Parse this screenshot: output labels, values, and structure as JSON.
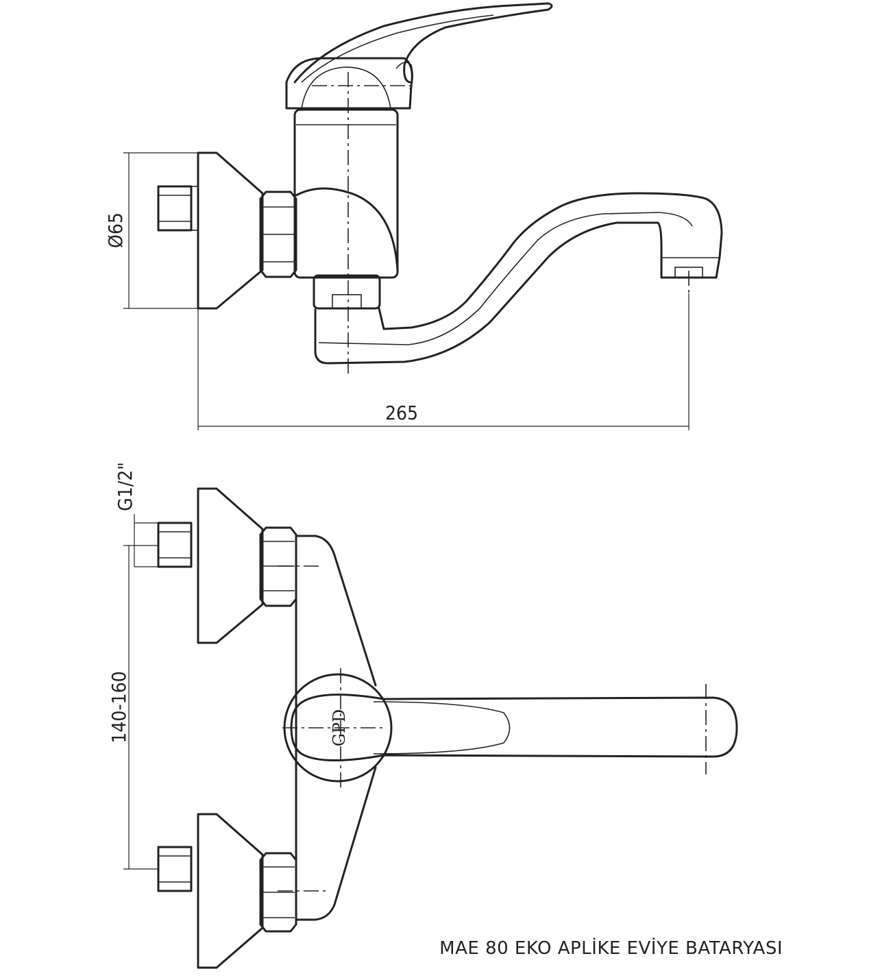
{
  "dimensions": {
    "diameter": "Ø65",
    "length": "265",
    "thread": "G1/2\"",
    "spacing": "140-160"
  },
  "logo_text": "GPD",
  "caption": "MAE 80 EKO APLİKE EVİYE BATARYASI"
}
